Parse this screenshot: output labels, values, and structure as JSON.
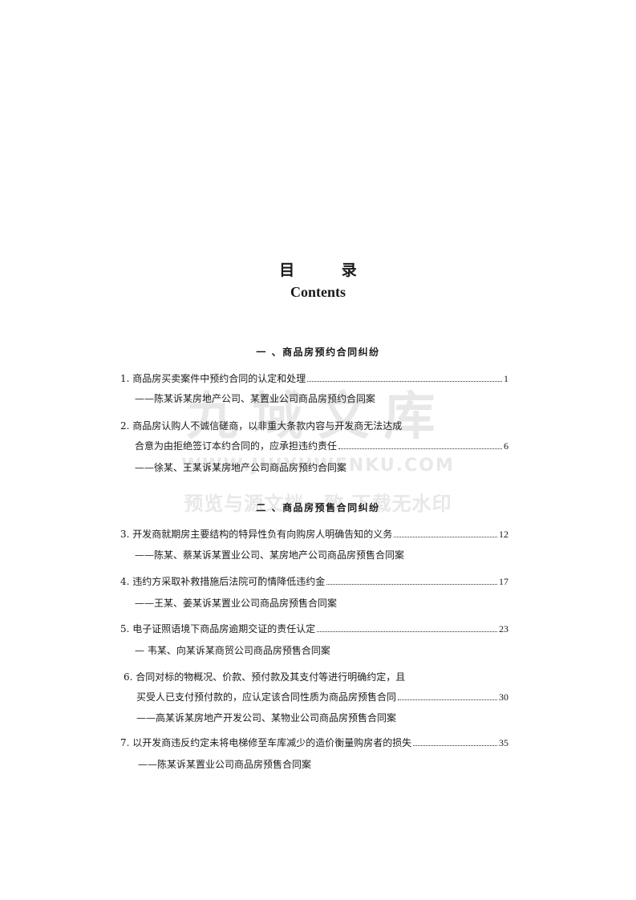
{
  "title_cn": "目 录",
  "title_en": "Contents",
  "sections": [
    {
      "label": "一 、商品房预约合同纠纷"
    },
    {
      "label": "二 、商品房预售合同纠纷"
    }
  ],
  "entries": [
    {
      "line1": "1.  商品房买卖案件中预约合同的认定和处理",
      "page": "1",
      "sub": "——陈某诉某房地产公司、某置业公司商品房预约合同案"
    },
    {
      "line1": "2.  商品房认购人不诚信磋商，以非重大条款内容与开发商无法达成",
      "line2": "合意为由拒绝签订本约合同的，应承担违约责任",
      "page": "6",
      "sub": "——徐某、王某诉某房地产公司商品房预约合同案"
    },
    {
      "line1": "3.  开发商就期房主要结构的特异性负有向购房人明确告知的义务",
      "page": "12",
      "sub": "——陈某、蔡某诉某置业公司、某房地产公司商品房预售合同案"
    },
    {
      "line1": "4.  违约方采取补救措施后法院可酌情降低违约金",
      "page": "17",
      "sub": "——王某、姜某诉某置业公司商品房预售合同案"
    },
    {
      "line1": "5.  电子证照语境下商品房逾期交证的责任认定",
      "page": "23",
      "sub": "—  韦某、向某诉某商贸公司商品房预售合同案"
    },
    {
      "line1": "6.  合同对标的物概况、价款、预付款及其支付等进行明确约定，且",
      "line2": "买受人已支付预付款的，应认定该合同性质为商品房预售合同",
      "page": "30",
      "sub": "——高某诉某房地产开发公司、某物业公司商品房预售合同案"
    },
    {
      "line1": "7.  以开发商违反约定未将电梯修至车库减少的造价衡量购房者的损失",
      "page": "35",
      "sub": "——陈某诉某置业公司商品房预售合同案"
    }
  ],
  "watermark": {
    "logo": "九域文库",
    "url": "WWW.JIUYUWENKU.COM",
    "slogan": "预览与源文档一致 下载无水印"
  }
}
